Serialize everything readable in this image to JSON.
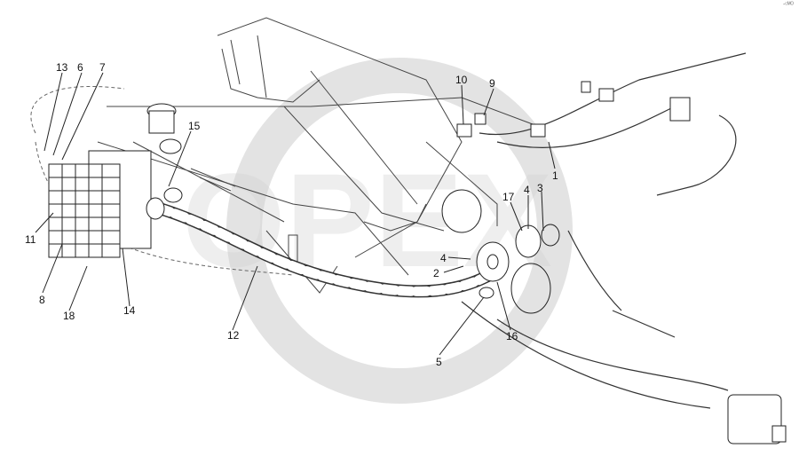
{
  "corner_mark": "-ᶜᴹᴼ",
  "watermark": "OPEX",
  "callouts": [
    {
      "id": "13",
      "text": "13"
    },
    {
      "id": "6",
      "text": "6"
    },
    {
      "id": "7",
      "text": "7"
    },
    {
      "id": "15",
      "text": "15"
    },
    {
      "id": "10",
      "text": "10"
    },
    {
      "id": "9",
      "text": "9"
    },
    {
      "id": "1",
      "text": "1"
    },
    {
      "id": "17",
      "text": "17"
    },
    {
      "id": "4a",
      "text": "4"
    },
    {
      "id": "3",
      "text": "3"
    },
    {
      "id": "11",
      "text": "11"
    },
    {
      "id": "8",
      "text": "8"
    },
    {
      "id": "18",
      "text": "18"
    },
    {
      "id": "14",
      "text": "14"
    },
    {
      "id": "4b",
      "text": "4"
    },
    {
      "id": "2",
      "text": "2"
    },
    {
      "id": "12",
      "text": "12"
    },
    {
      "id": "16",
      "text": "16"
    },
    {
      "id": "5",
      "text": "5"
    }
  ]
}
